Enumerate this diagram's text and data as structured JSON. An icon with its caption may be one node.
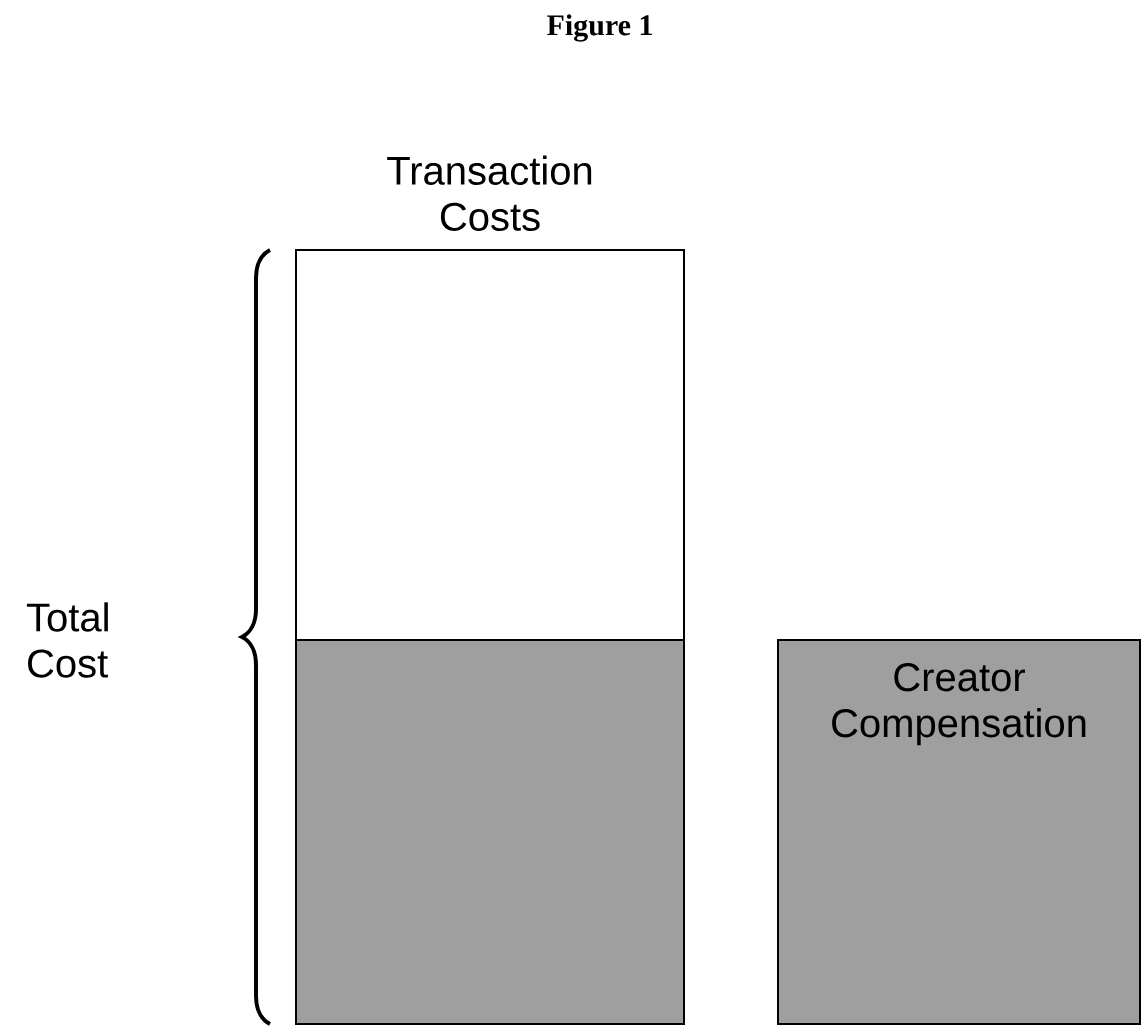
{
  "diagram": {
    "title": "Figure 1",
    "nodes": [
      {
        "text": [
          "Transaction Costs"
        ]
      },
      {
        "text": [],
        "shape": "box"
      },
      {
        "text": [
          "Creator Compensation"
        ]
      }
    ],
    "labels": [
      "Total Cost"
    ]
  }
}
